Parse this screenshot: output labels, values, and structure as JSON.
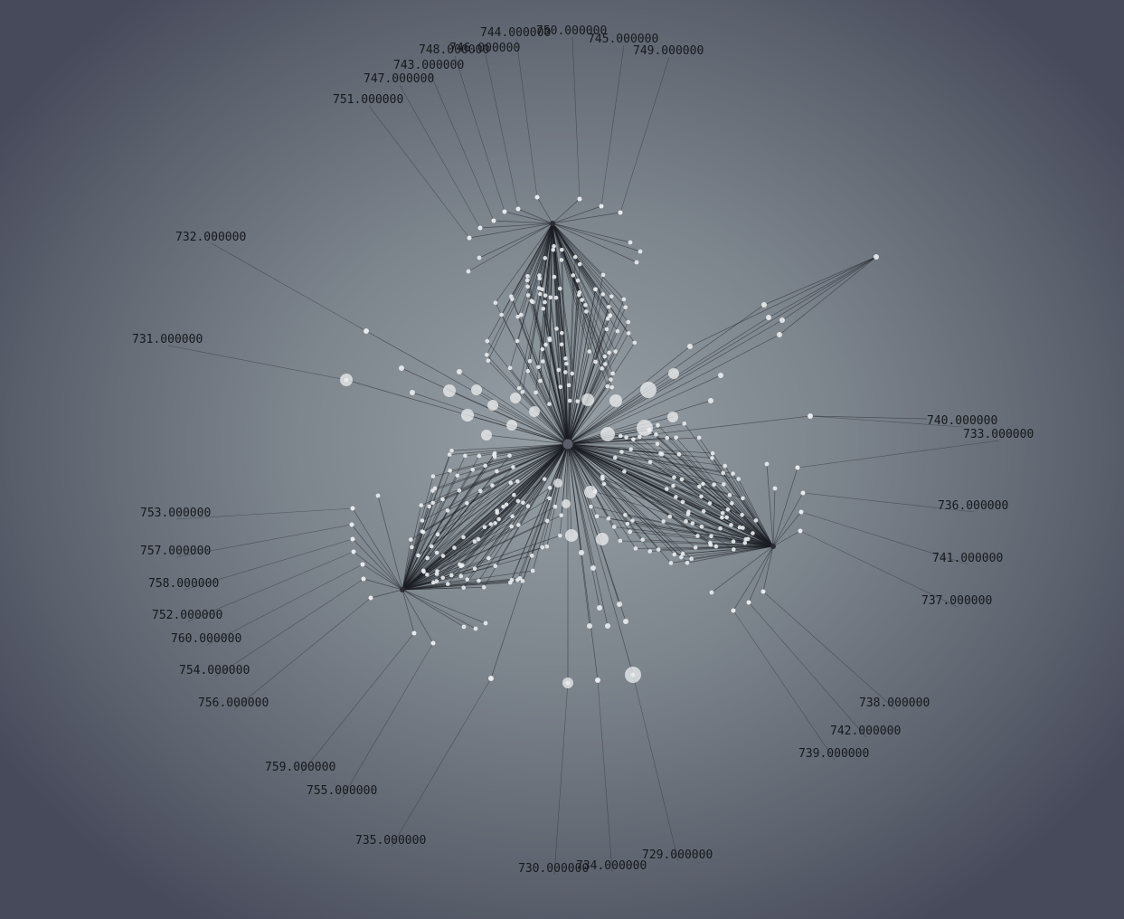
{
  "diagram": {
    "type": "radial-network",
    "colors": {
      "edge": "#1c1f24",
      "node": "#e8ebee",
      "hub": "#2a2d33",
      "background_center": "#97a0a6",
      "background_edge": "#474a5b"
    },
    "labels": [
      "744.000000",
      "750.000000",
      "745.000000",
      "746.000000",
      "748.000000",
      "749.000000",
      "743.000000",
      "747.000000",
      "751.000000",
      "732.000000",
      "731.000000",
      "740.000000",
      "733.000000",
      "736.000000",
      "741.000000",
      "737.000000",
      "738.000000",
      "742.000000",
      "739.000000",
      "753.000000",
      "757.000000",
      "758.000000",
      "752.000000",
      "760.000000",
      "754.000000",
      "756.000000",
      "759.000000",
      "755.000000",
      "735.000000",
      "730.000000",
      "734.000000",
      "729.000000"
    ]
  }
}
